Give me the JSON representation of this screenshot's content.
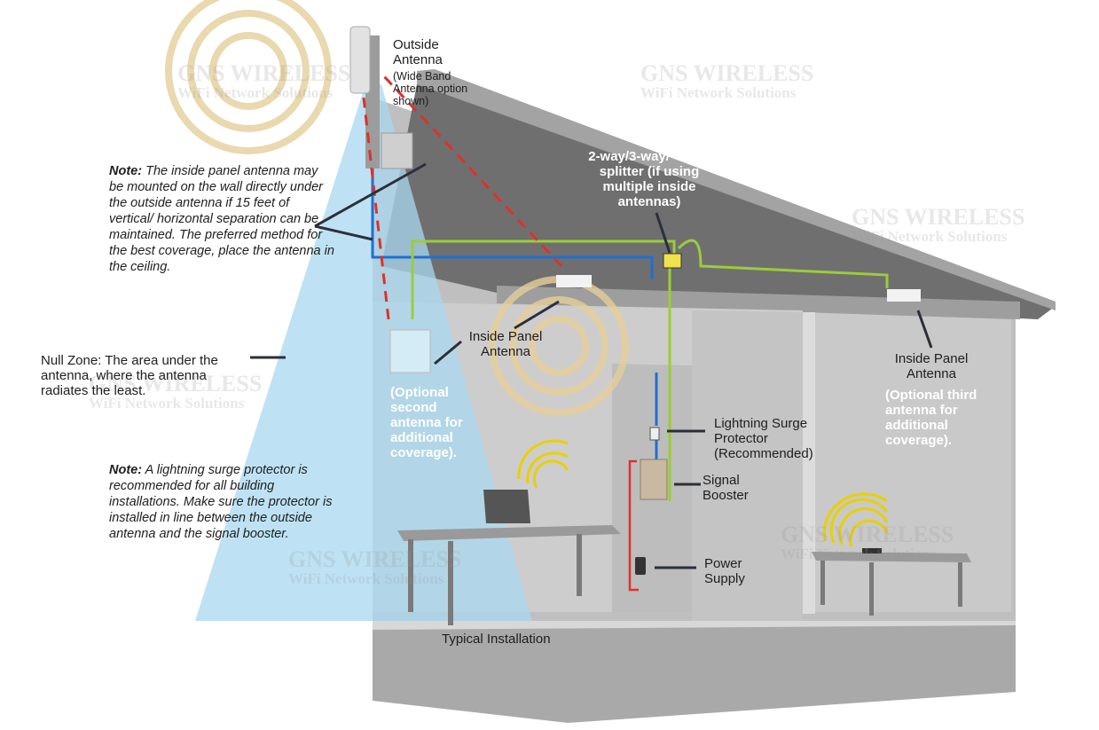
{
  "labels": {
    "outside_antenna_title": "Outside Antenna",
    "outside_antenna_sub": "(Wide Band Antenna option shown)",
    "note1_prefix": "Note:",
    "note1_text": "The inside panel antenna may be mounted on the wall directly under the outside antenna if 15 feet of vertical/ horizontal separation can be maintained. The preferred method for the best coverage, place the antenna in the ceiling.",
    "splitter": "2-way/3-way/ 4-way splitter (if using multiple inside antennas)",
    "null_zone": "Null Zone: The area under the antenna, where the antenna radiates the least.",
    "inside_panel_1": "Inside Panel Antenna",
    "optional_second": "(Optional second antenna for additional coverage).",
    "lightning": "Lightning Surge Protector (Recommended)",
    "signal_booster": "Signal Booster",
    "power_supply": "Power Supply",
    "inside_panel_2": "Inside Panel Antenna",
    "optional_third": "(Optional third antenna for additional coverage).",
    "note2_prefix": "Note:",
    "note2_text": "A lightning surge protector is recommended for all building installations. Make sure the protector is installed in line between the outside antenna and the signal booster.",
    "typical": "Typical Installation"
  },
  "watermark": {
    "line1": "GNS WIRELESS",
    "line2": "WiFi Network Solutions"
  },
  "colors": {
    "coax": "#1f6fd1",
    "cable_green": "#9ccc3a",
    "signal_red": "#e0302a",
    "null_zone": "#a8d8ef",
    "wifi": "#e8d000"
  }
}
